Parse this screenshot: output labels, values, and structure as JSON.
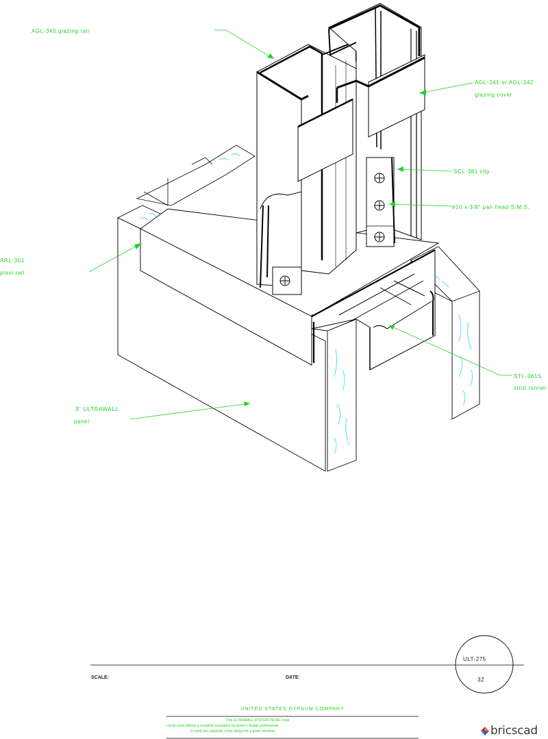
{
  "callouts": {
    "glazing_rail": "AGL-340 glazing rail",
    "glazing_cover_line1": "AGL-341 or AGL-342",
    "glazing_cover_line2": "glazing cover",
    "clip": "SCL-381 clip",
    "screw": "#10 x 3/8\" pan head S.M.S.",
    "plain_rail_line1": "ARL-301",
    "plain_rail_line2": "plain rail",
    "panel_line1": "3\" ULTRAWALL",
    "panel_line2": "panel",
    "runner_line1": "STL-361S",
    "runner_line2": "strut runner"
  },
  "title_block": {
    "scale_label": "SCALE:",
    "date_label": "DATE:",
    "detail_number": "ULT-275",
    "sheet_number": "3Z",
    "company": "UNITED STATES GYPSUM COMPANY",
    "disclaimer_line1": "This ULTRAWALL SYSTEM DETAIL must",
    "disclaimer_line2": "not be used without a complete evaluation by owner's design professional",
    "disclaimer_line3": "to verify the suitability of the design for a given structure."
  },
  "logo": {
    "text": "bricscad"
  },
  "colors": {
    "callout": "#22d322",
    "line": "#000000",
    "gypsum_hatch": "#00d8e8"
  }
}
